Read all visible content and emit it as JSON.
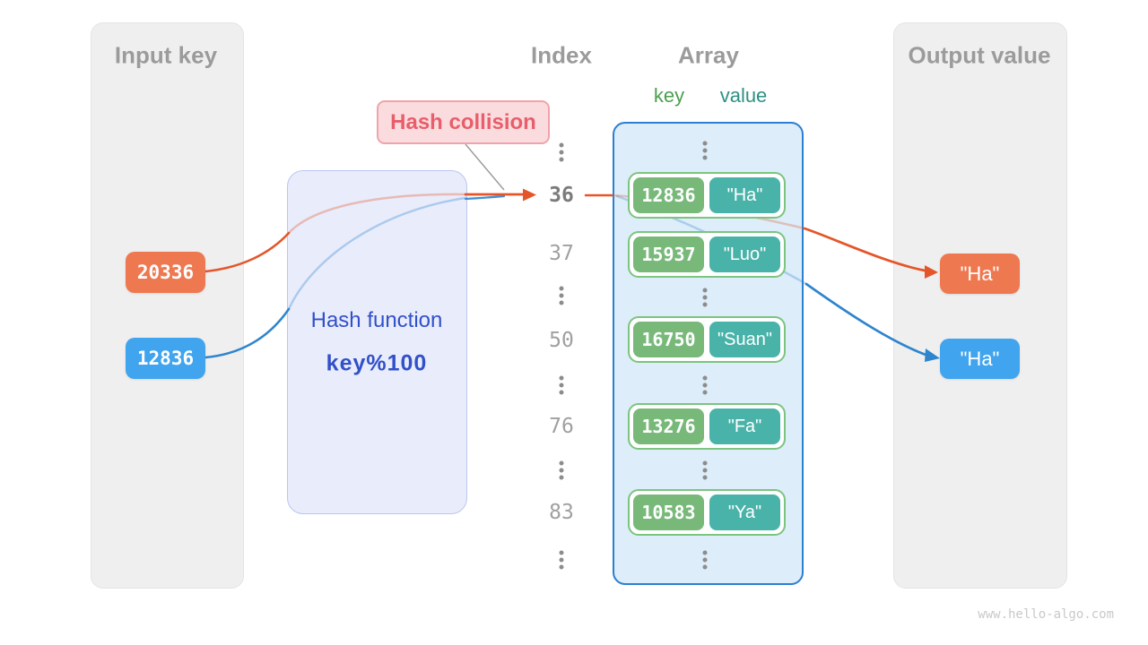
{
  "colors": {
    "orange": "#ee7951",
    "blue": "#41a4ee",
    "key_green": "#78b97a",
    "value_teal": "#49b3a9",
    "pair_border": "#7cc47f",
    "array_border": "#2b7fd1",
    "array_fill": "#ddedf9",
    "hash_box_fill": "#e9ecfb",
    "hash_box_border": "#bcc6f1",
    "hash_text_blue": "#3150c9",
    "collision_fill": "#fadcde",
    "collision_border": "#f0a3ac",
    "collision_text": "#e85e6a",
    "panel_gray": "#efefef",
    "heading_gray": "#9b9b9b",
    "arrow_orange": "#e4562a",
    "arrow_blue": "#2e85cd"
  },
  "input_panel": {
    "title": "Input key",
    "keys": [
      "20336",
      "12836"
    ]
  },
  "hash_function": {
    "name": "Hash function",
    "formula": "key%100"
  },
  "collision_label": "Hash collision",
  "index_column": {
    "title": "Index",
    "values": [
      "36",
      "37",
      "50",
      "76",
      "83"
    ],
    "highlighted": "36"
  },
  "array_panel": {
    "title": "Array",
    "key_header": "key",
    "value_header": "value",
    "rows": [
      {
        "key": "12836",
        "value": "\"Ha\""
      },
      {
        "key": "15937",
        "value": "\"Luo\""
      },
      {
        "key": "16750",
        "value": "\"Suan\""
      },
      {
        "key": "13276",
        "value": "\"Fa\""
      },
      {
        "key": "10583",
        "value": "\"Ya\""
      }
    ]
  },
  "output_panel": {
    "title": "Output value",
    "values": [
      "\"Ha\"",
      "\"Ha\""
    ]
  },
  "watermark": "www.hello-algo.com"
}
